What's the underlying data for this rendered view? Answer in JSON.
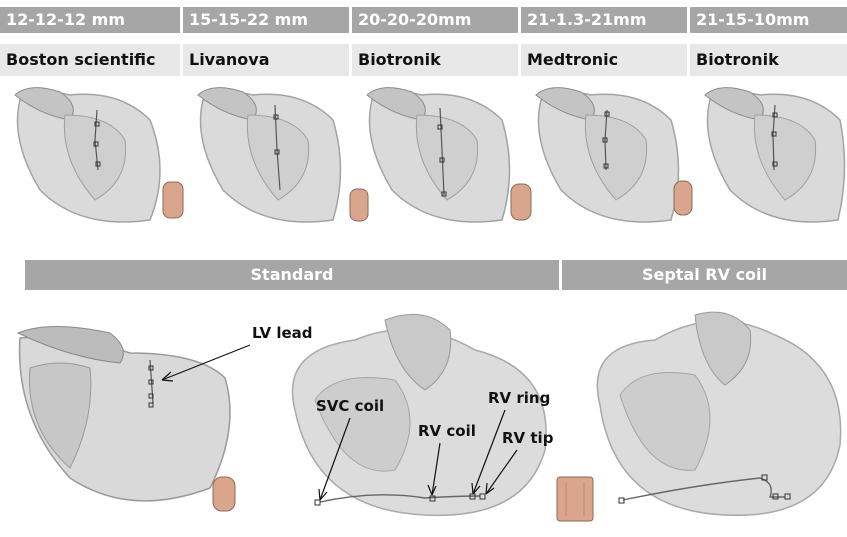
{
  "columns": [
    {
      "size": "12-12-12 mm",
      "manufacturer": "Boston scientific"
    },
    {
      "size": "15-15-22 mm",
      "manufacturer": "Livanova"
    },
    {
      "size": "20-20-20mm",
      "manufacturer": "Biotronik"
    },
    {
      "size": "21-1.3-21mm",
      "manufacturer": "Medtronic"
    },
    {
      "size": "21-15-10mm",
      "manufacturer": "Biotronik"
    }
  ],
  "bands": {
    "standard": "Standard",
    "septal": "Septal RV coil"
  },
  "annotations": {
    "lv_lead": "LV lead",
    "svc_coil": "SVC coil",
    "rv_coil": "RV coil",
    "rv_ring": "RV ring",
    "rv_tip": "RV tip"
  },
  "colors": {
    "header_gray": "#a6a6a6",
    "label_band": "#e8e8e8",
    "device": "#d9a58c",
    "heart_fill": "#d4d4d4",
    "heart_edge": "#9a9a9a"
  }
}
